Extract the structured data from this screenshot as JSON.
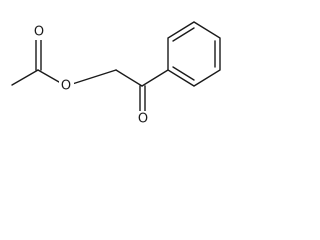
{
  "structure": {
    "atoms": {
      "ester_carbonyl_oxygen": "O",
      "ester_oxygen": "O",
      "ketone_oxygen": "O"
    },
    "colors": {
      "bond": "#1a1a1a",
      "background": "#ffffff"
    }
  }
}
